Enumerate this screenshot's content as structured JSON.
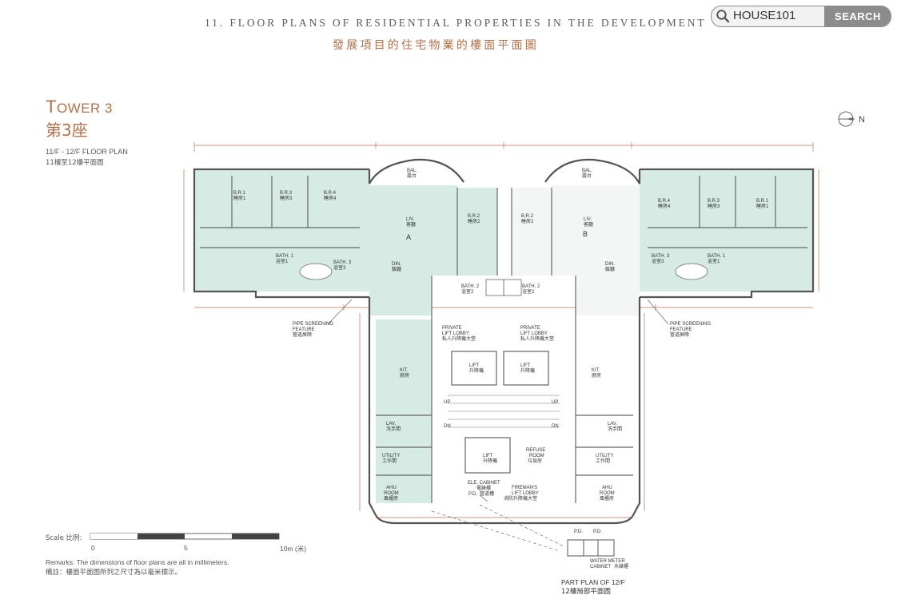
{
  "header": {
    "title_en": "11. FLOOR PLANS OF RESIDENTIAL PROPERTIES IN THE DEVELOPMENT",
    "title_zh": "發展項目的住宅物業的樓面平面圖"
  },
  "search": {
    "value": "HOUSE101",
    "button_label": "SEARCH"
  },
  "tower": {
    "name_en_prefix": "T",
    "name_en_rest": "OWER 3",
    "name_zh": "第3座",
    "floor_plan_en": "11/F - 12/F FLOOR PLAN",
    "floor_plan_zh": "11樓至12樓平面圖"
  },
  "north_label": "N",
  "units": {
    "a": "A",
    "b": "B"
  },
  "rooms": {
    "bal": "BAL.",
    "bal_zh": "露台",
    "liv": "LIV.",
    "liv_zh": "客廳",
    "din": "DIN.",
    "din_zh": "飯廳",
    "br1": "B.R.1",
    "br1_zh": "睡房1",
    "br2": "B.R.2",
    "br2_zh": "睡房2",
    "br3": "B.R.3",
    "br3_zh": "睡房3",
    "br4": "B.R.4",
    "br4_zh": "睡房4",
    "bath1": "BATH. 1",
    "bath1_zh": "浴室1",
    "bath2": "BATH. 2",
    "bath2_zh": "浴室2",
    "bath3": "BATH. 3",
    "bath3_zh": "浴室3",
    "kit": "KIT.",
    "kit_zh": "廚房",
    "lav": "LAV.",
    "lav_zh": "洗手間",
    "utility": "UTILITY",
    "utility_zh": "工作間",
    "ahu": "AHU",
    "ahu_room": "ROOM",
    "ahu_zh": "風櫃房",
    "lift": "LIFT",
    "lift_zh": "升降機",
    "up": "UP",
    "dn": "DN",
    "private_1": "PRIVATE",
    "private_2": "LIFT LOBBY",
    "private_zh": "私人升降機大堂",
    "refuse_1": "REFUSE",
    "refuse_2": "ROOM",
    "refuse_zh": "垃圾房",
    "ele_cabinet": "ELE. CABINET",
    "ele_cabinet_zh": "電錶櫃",
    "pd": "P.D.",
    "pd_zh": "管道槽",
    "fireman_1": "FIREMAN'S",
    "fireman_2": "LIFT LOBBY",
    "fireman_zh": "消防升降機大堂",
    "pipe_1": "PIPE SCREENING",
    "pipe_2": "FEATURE",
    "pipe_zh": "管道屏障",
    "water_meter_1": "WATER METER",
    "water_meter_2": "CABINET",
    "water_meter_zh": "水錶櫃"
  },
  "scale": {
    "label": "Scale 比例:",
    "tick0": "0",
    "tick5": "5",
    "tick10": "10m (米)"
  },
  "remarks": {
    "en": "Remarks: The dimensions of floor plans are all in millimeters.",
    "zh": "備註：樓面平面圖所列之尺寸為以毫米標示。"
  },
  "part_plan": {
    "en": "PART PLAN OF 12/F",
    "zh": "12樓局部平面圖"
  },
  "colors": {
    "accent": "#b1714a",
    "unit_a_fill": "#d6ebe4",
    "wall": "#555555",
    "dimension": "#b8724a"
  }
}
